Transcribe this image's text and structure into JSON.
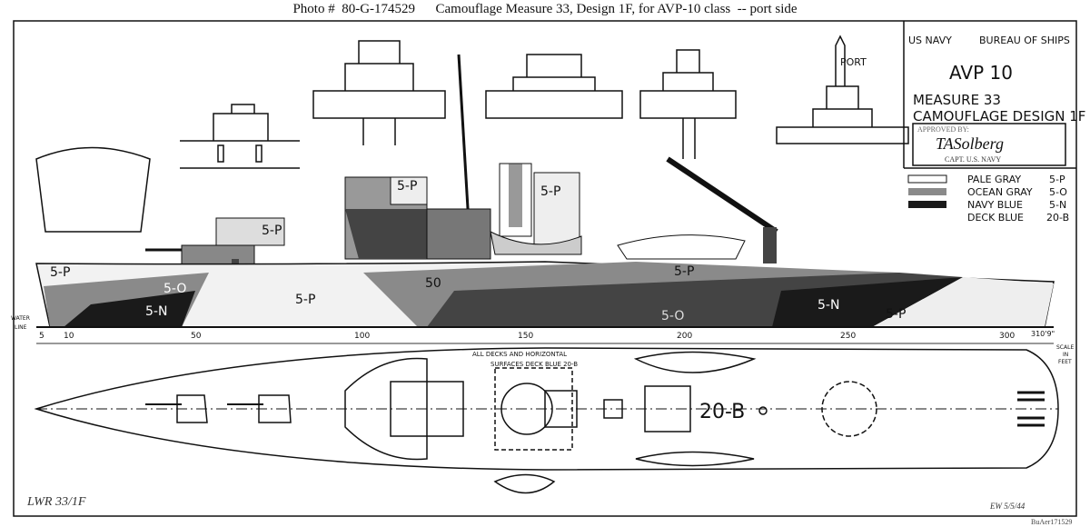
{
  "caption": "Photo #  80-G-174529      Camouflage Measure 33, Design 1F, for AVP-10 class  -- port side",
  "title_block": {
    "agency": "US NAVY",
    "bureau": "BUREAU OF SHIPS",
    "ship": "AVP 10",
    "measure": "MEASURE 33",
    "design": "CAMOUFLAGE DESIGN 1F",
    "approved_by": "APPROVED BY:",
    "signature": "TASolberg",
    "signer_title": "CAPT. U.S. NAVY"
  },
  "legend": [
    {
      "name": "PALE GRAY",
      "code": "5-P",
      "color": "#f4f4f4"
    },
    {
      "name": "OCEAN GRAY",
      "code": "5-O",
      "color": "#8a8a8a"
    },
    {
      "name": "NAVY BLUE",
      "code": "5-N",
      "color": "#1a1a1a"
    },
    {
      "name": "DECK BLUE",
      "code": "20-B",
      "color": ""
    }
  ],
  "view_label": "PORT",
  "profile_labels": {
    "bow_pale": "5-P",
    "bow_ocean": "5-O",
    "bow_navy": "5-N",
    "fwd_pale": "5-P",
    "mid_ocean": "50",
    "aft_ocean": "5-O",
    "aft_navy": "5-N",
    "stern_pale": "5-P",
    "gun_pale": "5-P",
    "bridge_pale": "5-P",
    "stack_pale": "5-P",
    "hangar_pale": "5-P"
  },
  "waterline_label": [
    "WATER",
    "LINE"
  ],
  "scale": {
    "ticks": [
      "5",
      "10",
      "50",
      "100",
      "150",
      "200",
      "250",
      "300"
    ],
    "length": "310'9\"",
    "unit": [
      "SCALE",
      "IN",
      "FEET"
    ]
  },
  "plan_view": {
    "note_line1": "ALL DECKS AND HORIZONTAL",
    "note_line2": "SURFACES DECK BLUE 20-B",
    "deck_code": "20-B"
  },
  "annotations": {
    "drawing_ref": "LWR 33/1F",
    "initials_date": "EW 5/5/44",
    "negative_no": "BuAer171529"
  }
}
